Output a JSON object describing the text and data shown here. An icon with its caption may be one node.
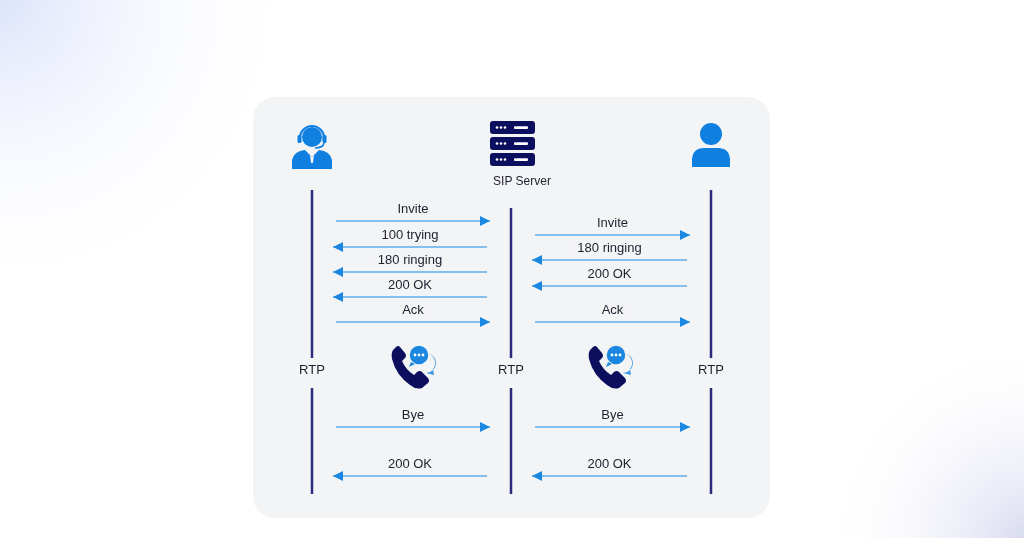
{
  "diagram": {
    "nodes": [
      {
        "text": [],
        "shape": "person"
      },
      {
        "text": [
          "SIP Server"
        ]
      },
      {
        "text": [],
        "shape": "person"
      },
      {
        "text": [
          "RTP"
        ]
      },
      {
        "text": [
          "RTP"
        ]
      },
      {
        "text": [
          "RTP"
        ]
      }
    ],
    "edges": [
      {
        "from": 3,
        "to": 4,
        "label": "Invite",
        "arrow": "to"
      },
      {
        "from": 4,
        "to": 3,
        "label": "100 trying",
        "arrow": "to"
      },
      {
        "from": 4,
        "to": 3,
        "label": "180 ringing",
        "arrow": "to"
      },
      {
        "from": 4,
        "to": 3,
        "label": "200 OK",
        "arrow": "to"
      },
      {
        "from": 3,
        "to": 4,
        "label": "Ack",
        "arrow": "to"
      },
      {
        "from": 3,
        "to": 4,
        "label": "Bye",
        "arrow": "to"
      },
      {
        "from": 4,
        "to": 3,
        "label": "200 OK",
        "arrow": "to"
      },
      {
        "from": 4,
        "to": 5,
        "label": "Invite",
        "arrow": "to"
      },
      {
        "from": 5,
        "to": 4,
        "label": "180 ringing",
        "arrow": "to"
      },
      {
        "from": 5,
        "to": 4,
        "label": "200 OK",
        "arrow": "to"
      },
      {
        "from": 4,
        "to": 5,
        "label": "Ack",
        "arrow": "to"
      },
      {
        "from": 4,
        "to": 5,
        "label": "Bye",
        "arrow": "to"
      },
      {
        "from": 5,
        "to": 4,
        "label": "200 OK",
        "arrow": "to"
      }
    ]
  }
}
